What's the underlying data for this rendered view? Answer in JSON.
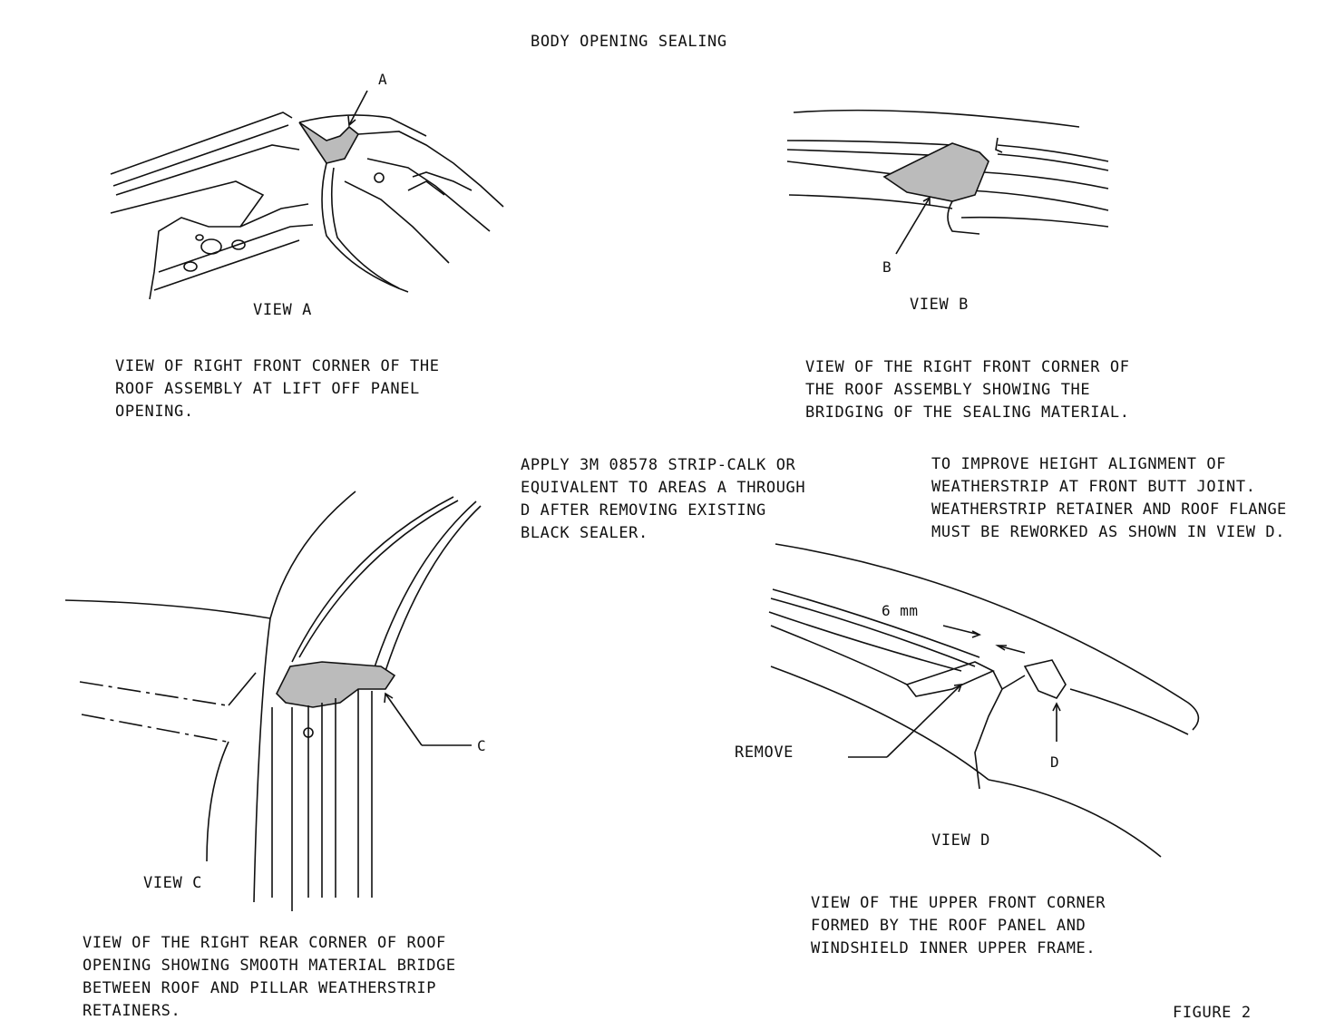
{
  "title": "BODY OPENING SEALING",
  "views": {
    "a": {
      "callout": "A",
      "label": "VIEW A",
      "caption": [
        "VIEW OF RIGHT FRONT CORNER OF THE",
        "ROOF ASSEMBLY AT LIFT OFF PANEL",
        "OPENING."
      ]
    },
    "b": {
      "callout": "B",
      "label": "VIEW B",
      "caption": [
        "VIEW OF THE RIGHT FRONT CORNER OF",
        "THE ROOF ASSEMBLY SHOWING THE",
        "BRIDGING OF THE SEALING MATERIAL."
      ]
    },
    "c": {
      "callout": "C",
      "label": "VIEW C",
      "caption": [
        "VIEW OF THE RIGHT REAR CORNER OF ROOF",
        "OPENING SHOWING SMOOTH MATERIAL BRIDGE",
        "BETWEEN ROOF AND PILLAR WEATHERSTRIP",
        "RETAINERS."
      ]
    },
    "d": {
      "callout": "D",
      "label": "VIEW D",
      "dimension": "6 mm",
      "remove_label": "REMOVE",
      "caption": [
        "VIEW OF THE UPPER FRONT CORNER",
        "FORMED BY THE ROOF PANEL AND",
        "WINDSHIELD INNER UPPER FRAME."
      ]
    }
  },
  "instructions": {
    "apply": [
      "APPLY 3M 08578 STRIP-CALK OR",
      "EQUIVALENT TO AREAS A THROUGH",
      "D AFTER REMOVING EXISTING",
      "BLACK SEALER."
    ],
    "alignment": [
      "TO IMPROVE HEIGHT ALIGNMENT OF",
      "WEATHERSTRIP AT FRONT BUTT JOINT.",
      "WEATHERSTRIP RETAINER AND ROOF FLANGE",
      "MUST BE REWORKED AS SHOWN IN VIEW D."
    ]
  },
  "figure_label": "FIGURE 2"
}
